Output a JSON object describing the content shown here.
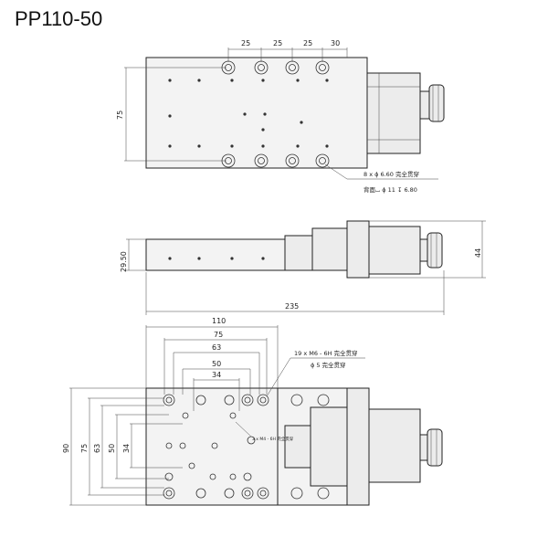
{
  "title": "PP110-50",
  "top_view": {
    "dims": {
      "d1": "25",
      "d2": "25",
      "d3": "25",
      "d4": "30",
      "height": "75"
    },
    "note_line1": "8 x ϕ 6.60 完全贯穿",
    "note_line2": "背面⌴ ϕ 11 ↧ 6.80"
  },
  "side_view": {
    "dims": {
      "left_height": "29.50",
      "right_height": "44",
      "length": "235"
    }
  },
  "bottom_view": {
    "dims": {
      "w110": "110",
      "w75": "75",
      "w63": "63",
      "w50": "50",
      "w34": "34",
      "h90": "90",
      "h75": "75",
      "h63": "63",
      "h50": "50",
      "h34": "34"
    },
    "note_line1": "19 x M6 - 6H 完全贯穿",
    "note_line2": "ϕ 5 完全贯穿",
    "small_note": "3 x M4 - 6H 完全贯穿"
  }
}
